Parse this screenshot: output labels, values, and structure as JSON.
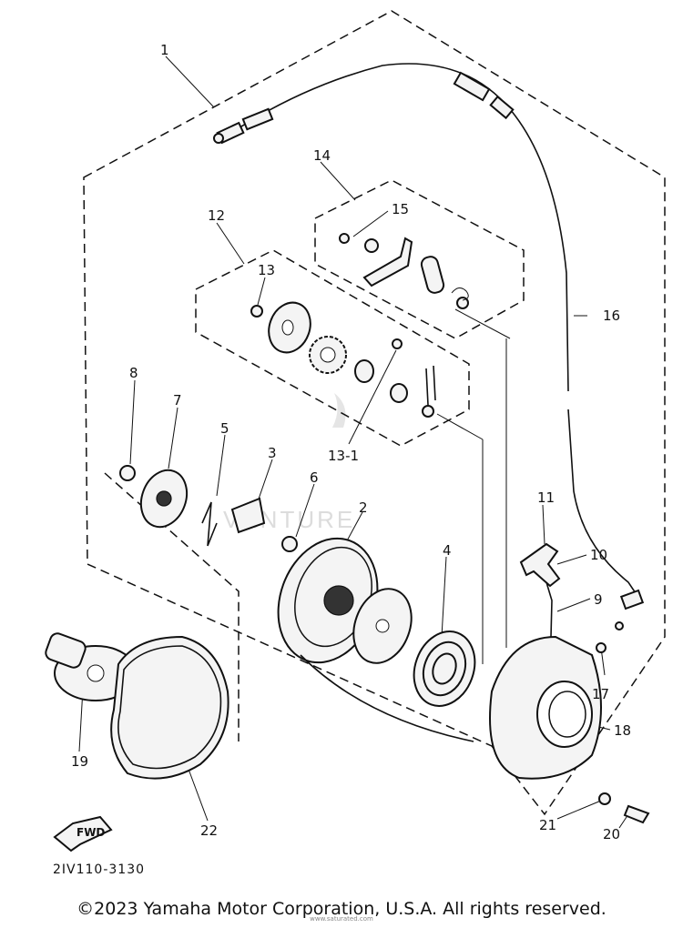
{
  "diagram": {
    "callouts": [
      "1",
      "2",
      "3",
      "4",
      "5",
      "6",
      "7",
      "8",
      "9",
      "10",
      "11",
      "12",
      "13",
      "13-1",
      "14",
      "15",
      "16",
      "17",
      "18",
      "19",
      "20",
      "21",
      "22"
    ],
    "part_code": "2IV110-3130",
    "fwd_label": "FWD",
    "watermark": "VENTURE"
  },
  "footer": {
    "copyright": "©2023 Yamaha Motor Corporation, U.S.A. All rights reserved.",
    "small_print": "www.saturated.com"
  }
}
